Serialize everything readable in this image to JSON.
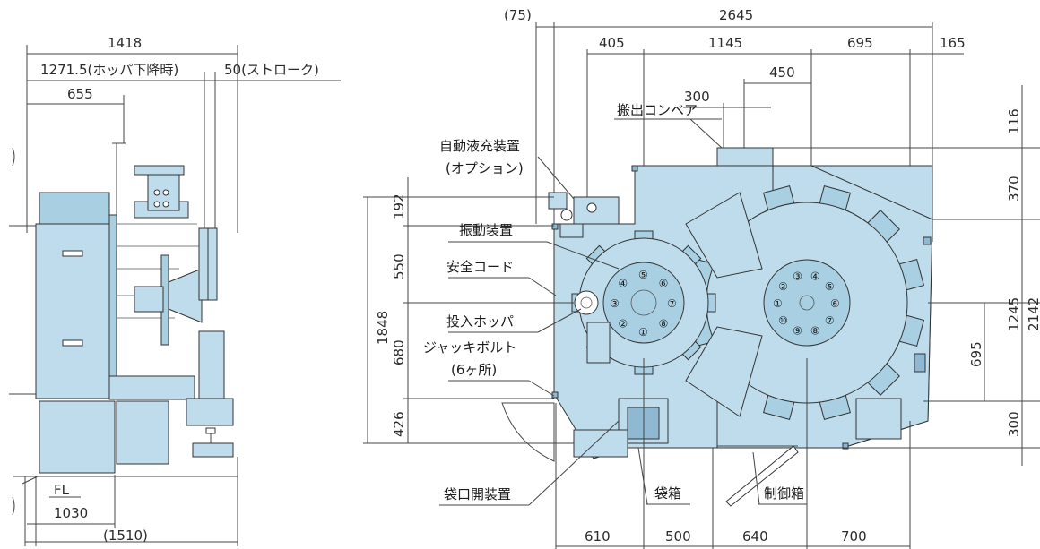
{
  "side_view": {
    "dims": {
      "d1418": "1418",
      "d1271": "1271.5(ホッパ下降時)",
      "d50": "50(ストローク)",
      "d655": "655",
      "d1030": "1030",
      "d1510": "(1510)",
      "fl": "FL"
    }
  },
  "top_view": {
    "dims": {
      "d75": "(75)",
      "d2645": "2645",
      "d405": "405",
      "d1145": "1145",
      "d695top": "695",
      "d165": "165",
      "d450": "450",
      "d300top": "300",
      "d192": "192",
      "d550": "550",
      "d680": "680",
      "d426": "426",
      "d1848": "1848",
      "d116": "116",
      "d370": "370",
      "d1245": "1245",
      "d695right": "695",
      "d300right": "300",
      "d2142": "2142",
      "d610": "610",
      "d500": "500",
      "d640": "640",
      "d700": "700"
    },
    "labels": {
      "conveyor": "搬出コンベア",
      "liquid_filler": "自動液充装置",
      "option": "(オプション)",
      "vibrator": "振動装置",
      "safety_cord": "安全コード",
      "hopper": "投入ホッパ",
      "jack_bolt": "ジャッキボルト",
      "jack_count": "(6ヶ所)",
      "bag_opener": "袋口開装置",
      "bag_box": "袋箱",
      "control_box": "制御箱"
    },
    "left_table_numbers": [
      "①",
      "②",
      "③",
      "④",
      "⑤",
      "⑥",
      "⑦",
      "⑧"
    ],
    "right_table_numbers": [
      "①",
      "②",
      "③",
      "④",
      "⑤",
      "⑥",
      "⑦",
      "⑧",
      "⑨",
      "⑩"
    ]
  },
  "colors": {
    "machine_fill": "#bfdcec",
    "machine_dark": "#8fb9d2",
    "line": "#444444"
  }
}
